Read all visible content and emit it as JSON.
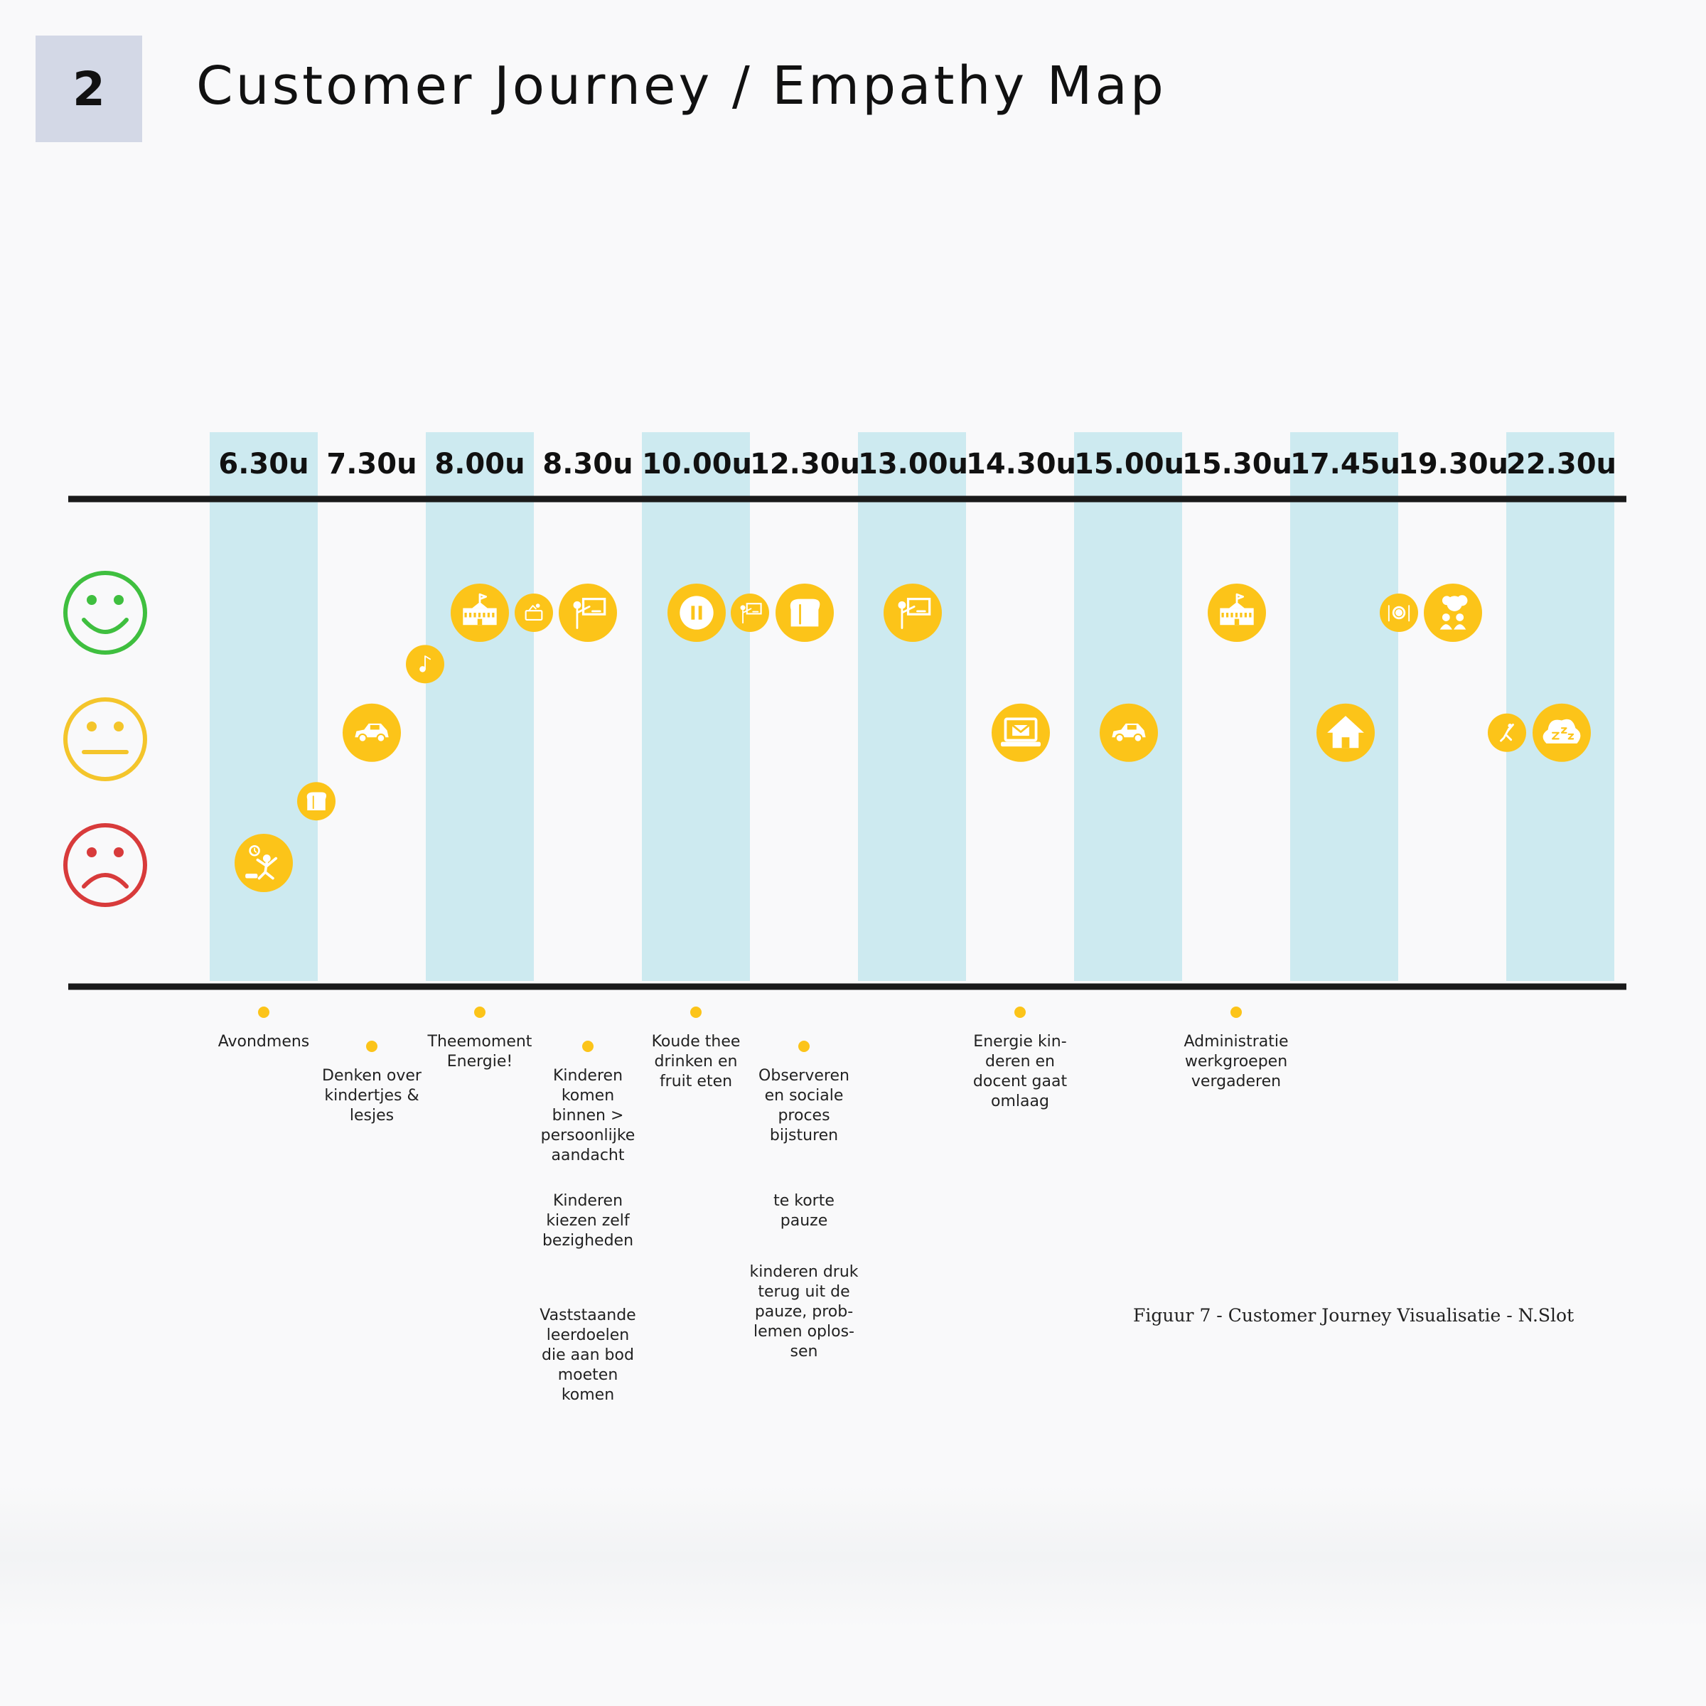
{
  "header": {
    "section_number": "2",
    "title": "Customer Journey / Empathy Map"
  },
  "colors": {
    "band": "#cdeaf0",
    "marker": "#fcc419",
    "positive": "#3fbf3f",
    "neutral": "#f4c52b",
    "negative": "#d83b3b",
    "line": "#1a1a1a"
  },
  "mood_scale": [
    {
      "mood": "positive",
      "icon": "happy-face-icon"
    },
    {
      "mood": "neutral",
      "icon": "neutral-face-icon"
    },
    {
      "mood": "negative",
      "icon": "sad-face-icon"
    }
  ],
  "timeline": [
    {
      "time": "6.30u",
      "band": true
    },
    {
      "time": "7.30u",
      "band": false
    },
    {
      "time": "8.00u",
      "band": true
    },
    {
      "time": "8.30u",
      "band": false
    },
    {
      "time": "10.00u",
      "band": true
    },
    {
      "time": "12.30u",
      "band": false
    },
    {
      "time": "13.00u",
      "band": true
    },
    {
      "time": "14.30u",
      "band": false
    },
    {
      "time": "15.00u",
      "band": true
    },
    {
      "time": "15.30u",
      "band": false
    },
    {
      "time": "17.45u",
      "band": true
    },
    {
      "time": "19.30u",
      "band": false
    },
    {
      "time": "22.30u",
      "band": true
    }
  ],
  "touchpoints": [
    {
      "icon": "stressed-person-alarm-icon",
      "mood_level": 0.12,
      "large": true
    },
    {
      "icon": "bread-icon",
      "mood_level": 0.3,
      "large": false
    },
    {
      "icon": "car-icon",
      "mood_level": 0.5,
      "large": true
    },
    {
      "icon": "music-note-icon",
      "mood_level": 0.7,
      "large": false
    },
    {
      "icon": "school-building-icon",
      "mood_level": 0.85,
      "large": true
    },
    {
      "icon": "person-greeting-icon",
      "mood_level": 0.85,
      "large": false
    },
    {
      "icon": "teacher-board-icon",
      "mood_level": 0.85,
      "large": true
    },
    {
      "icon": "pause-icon",
      "mood_level": 0.85,
      "large": true
    },
    {
      "icon": "teacher-board-icon",
      "mood_level": 0.85,
      "large": false
    },
    {
      "icon": "bread-icon",
      "mood_level": 0.85,
      "large": true
    },
    {
      "icon": "teacher-board-icon",
      "mood_level": 0.85,
      "large": true
    },
    {
      "icon": "laptop-mail-icon",
      "mood_level": 0.5,
      "large": true
    },
    {
      "icon": "car-icon",
      "mood_level": 0.5,
      "large": true
    },
    {
      "icon": "school-building-icon",
      "mood_level": 0.85,
      "large": true
    },
    {
      "icon": "house-icon",
      "mood_level": 0.5,
      "large": true
    },
    {
      "icon": "plate-cutlery-icon",
      "mood_level": 0.85,
      "large": false
    },
    {
      "icon": "family-thought-icon",
      "mood_level": 0.85,
      "large": true
    },
    {
      "icon": "yoga-stretch-icon",
      "mood_level": 0.5,
      "large": false
    },
    {
      "icon": "sleep-cloud-icon",
      "mood_level": 0.5,
      "large": true
    }
  ],
  "notes": [
    {
      "column": 0,
      "text": "Avondmens"
    },
    {
      "column": 1,
      "text": "Denken over\nkindertjes &\nlesjes"
    },
    {
      "column": 2,
      "text": "Theemoment\nEnergie!"
    },
    {
      "column": 3,
      "text": "Kinderen\nkomen\nbinnen >\npersoonlijke\naandacht"
    },
    {
      "column": 3,
      "text": "Kinderen\nkiezen zelf\nbezigheden"
    },
    {
      "column": 3,
      "text": "Vaststaande\nleerdoelen\ndie aan bod\nmoeten\nkomen"
    },
    {
      "column": 4,
      "text": "Koude thee\ndrinken en\nfruit eten"
    },
    {
      "column": 5,
      "text": "Observeren\nen sociale\nproces\nbijsturen"
    },
    {
      "column": 5,
      "text": "te korte\npauze"
    },
    {
      "column": 5,
      "text": "kinderen druk\nterug uit de\npauze, prob-\nlemen oplos-\nsen"
    },
    {
      "column": 7,
      "text": "Energie kin-\nderen en\ndocent gaat\nomlaag"
    },
    {
      "column": 9,
      "text": "Administratie\nwerkgroepen\nvergaderen"
    }
  ],
  "caption": "Figuur 7 - Customer Journey Visualisatie - N.Slot"
}
